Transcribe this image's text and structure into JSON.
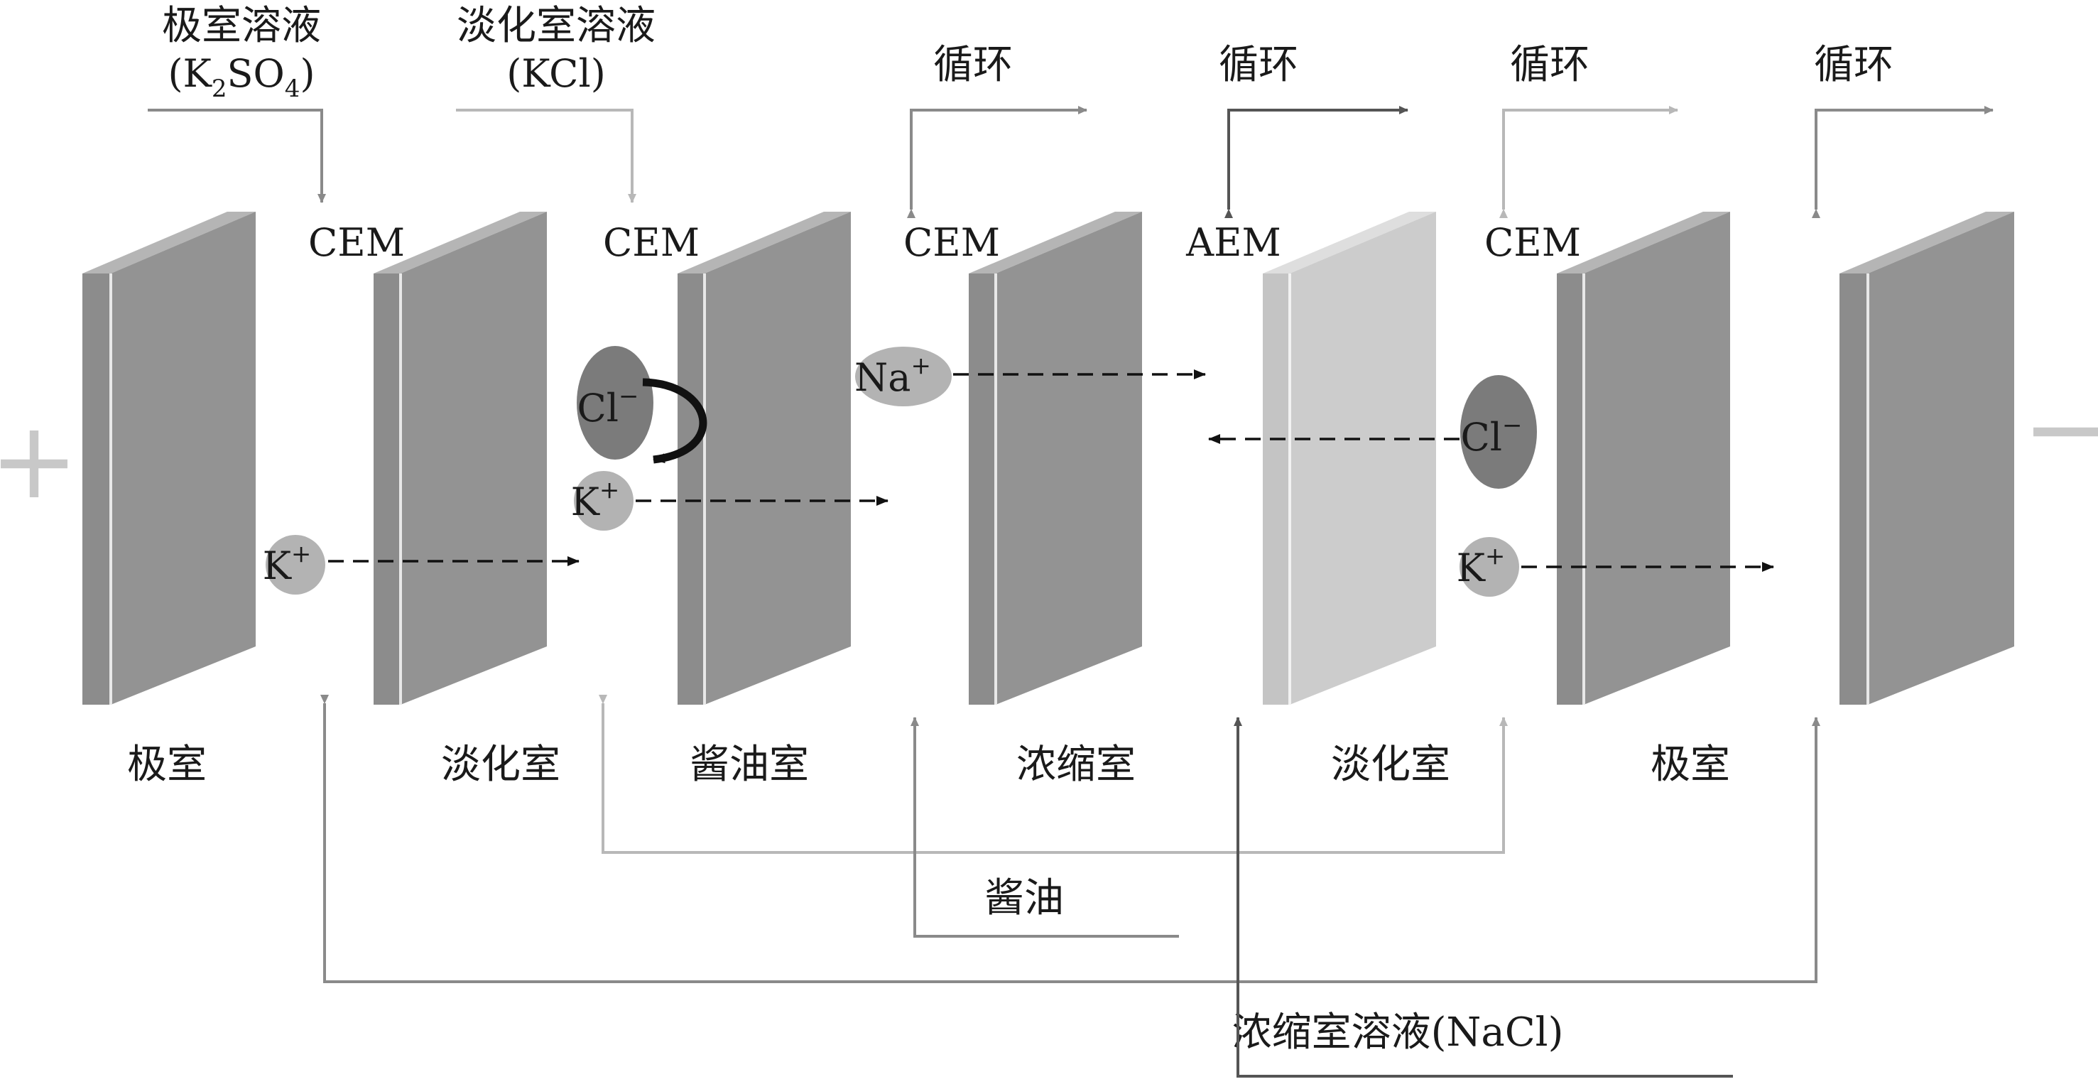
{
  "inputs": {
    "electrode_solution": {
      "label": "极室溶液",
      "formula_open": "(K",
      "formula_sub1": "2",
      "formula_mid": "SO",
      "formula_sub2": "4",
      "formula_close": ")"
    },
    "dilute_solution": {
      "label": "淡化室溶液",
      "formula": "(KCl)"
    }
  },
  "recycle_labels": [
    "循环",
    "循环",
    "循环",
    "循环"
  ],
  "membranes": [
    "CEM",
    "CEM",
    "CEM",
    "AEM",
    "CEM"
  ],
  "chambers": [
    "极室",
    "淡化室",
    "酱油室",
    "浓缩室",
    "淡化室",
    "极室"
  ],
  "electrodes": {
    "anode": "+",
    "cathode": "−"
  },
  "ions": {
    "k_left": {
      "base": "K",
      "charge": "+"
    },
    "cl_left": {
      "base": "Cl",
      "charge": "−"
    },
    "k_mid": {
      "base": "K",
      "charge": "+"
    },
    "na": {
      "base": "Na",
      "charge": "+"
    },
    "cl_right": {
      "base": "Cl",
      "charge": "−"
    },
    "k_right": {
      "base": "K",
      "charge": "+"
    }
  },
  "bottom_labels": {
    "soy_sauce": "酱油",
    "concentrate_solution": "浓缩室溶液(NaCl)"
  },
  "colors": {
    "plate_dark": "#939393",
    "plate_edge": "#b5b5b5",
    "plate_aem": "#cccccc",
    "plate_aem_edge": "#dedede",
    "flow_light": "#b8b8b8",
    "flow_mid": "#8a8a8a",
    "flow_dark": "#555555",
    "ion_light": "#b3b3b3",
    "ion_dark": "#7b7b7b",
    "electrode_sign": "#c8c8c8"
  }
}
